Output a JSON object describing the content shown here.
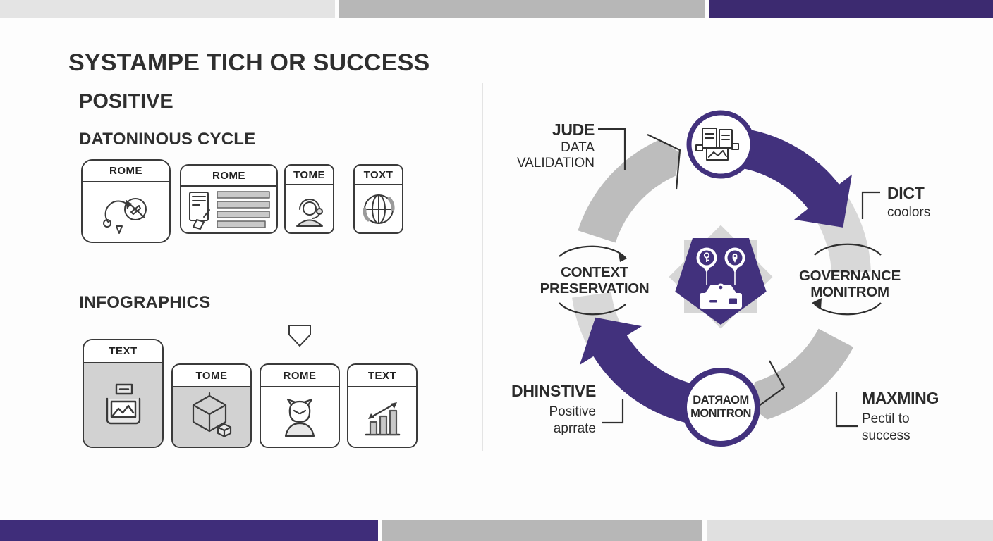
{
  "slide": {
    "title": "SYSTAMPE TICH OR SUCCESS",
    "subtitle": "POSITIVE"
  },
  "left": {
    "section1": {
      "heading": "DATONINOUS CYCLE",
      "cards": [
        {
          "label": "ROME",
          "icon": "cycle-pen-icon"
        },
        {
          "label": "ROME",
          "icon": "document-list-icon"
        },
        {
          "label": "TOME",
          "icon": "support-person-icon"
        },
        {
          "label": "TOXT",
          "icon": "globe-icon"
        }
      ]
    },
    "section2": {
      "heading": "INFOGRAPHICS",
      "cards": [
        {
          "label": "TEXT",
          "icon": "image-tray-icon"
        },
        {
          "label": "TOME",
          "icon": "cube-3d-icon"
        },
        {
          "label": "ROME",
          "icon": "persona-icon"
        },
        {
          "label": "TEXT",
          "icon": "bar-chart-icon"
        }
      ]
    }
  },
  "diagram": {
    "center_icon": "secure-server-icon",
    "labels": {
      "jude": {
        "l1": "JUDE",
        "l2": "DATA",
        "l3": "VALIDATION"
      },
      "dict": {
        "l1": "DICT",
        "l2": "coolors"
      },
      "governance": {
        "l1": "GOVERNANCE",
        "l2": "MONITROM"
      },
      "context": {
        "l1": "CONTEXT",
        "l2": "PRESERVATION"
      },
      "dhinstive": {
        "l1": "DHINSTIVE",
        "l2": "Positive",
        "l3": "aprrate"
      },
      "maxming": {
        "l1": "MAXMING",
        "l2": "Pectil to",
        "l3": "success"
      }
    },
    "bottom_node": {
      "l1": "DATЯAOM",
      "l2": "MONITRON"
    }
  },
  "colors": {
    "accent_purple": "#42317d",
    "bar_purple": "#3c2a70",
    "bar_gray": "#b7b7b7",
    "bar_light_gray": "#e4e4e4",
    "arc_gray": "#bdbdbd",
    "arc_light_gray": "#d8d8d8",
    "card_body_gray": "#d2d2d2",
    "text_dark": "#2d2d2d"
  }
}
